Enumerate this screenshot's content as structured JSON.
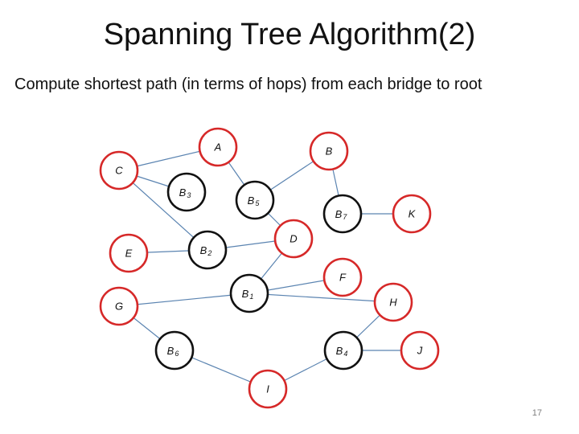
{
  "slide": {
    "title": "Spanning Tree Algorithm(2)",
    "subtitle": "Compute shortest path (in terms of hops) from each bridge to root",
    "page_number": "17"
  },
  "lans": [
    {
      "id": "A",
      "label": "A"
    },
    {
      "id": "B",
      "label": "B"
    },
    {
      "id": "C",
      "label": "C"
    },
    {
      "id": "D",
      "label": "D"
    },
    {
      "id": "E",
      "label": "E"
    },
    {
      "id": "F",
      "label": "F"
    },
    {
      "id": "G",
      "label": "G"
    },
    {
      "id": "H",
      "label": "H"
    },
    {
      "id": "I",
      "label": "I"
    },
    {
      "id": "J",
      "label": "J"
    },
    {
      "id": "K",
      "label": "K"
    }
  ],
  "bridges": [
    {
      "id": "B1",
      "label": "B",
      "sub": "1"
    },
    {
      "id": "B2",
      "label": "B",
      "sub": "2"
    },
    {
      "id": "B3",
      "label": "B",
      "sub": "3"
    },
    {
      "id": "B4",
      "label": "B",
      "sub": "4"
    },
    {
      "id": "B5",
      "label": "B",
      "sub": "5"
    },
    {
      "id": "B6",
      "label": "B",
      "sub": "6"
    },
    {
      "id": "B7",
      "label": "B",
      "sub": "7"
    }
  ],
  "links": [
    [
      "A",
      "C"
    ],
    [
      "A",
      "B5"
    ],
    [
      "B",
      "B5"
    ],
    [
      "C",
      "B3"
    ],
    [
      "C",
      "B2"
    ],
    [
      "B",
      "B7"
    ],
    [
      "B7",
      "K"
    ],
    [
      "B5",
      "D"
    ],
    [
      "B2",
      "E"
    ],
    [
      "B2",
      "D"
    ],
    [
      "D",
      "B1"
    ],
    [
      "B1",
      "F"
    ],
    [
      "B1",
      "G"
    ],
    [
      "B1",
      "H"
    ],
    [
      "G",
      "B6"
    ],
    [
      "B6",
      "I"
    ],
    [
      "I",
      "B4"
    ],
    [
      "B4",
      "H"
    ],
    [
      "B4",
      "J"
    ]
  ],
  "colors": {
    "lan_outline": "#d62828",
    "bridge_outline": "#111111",
    "link": "#5b84b1"
  }
}
